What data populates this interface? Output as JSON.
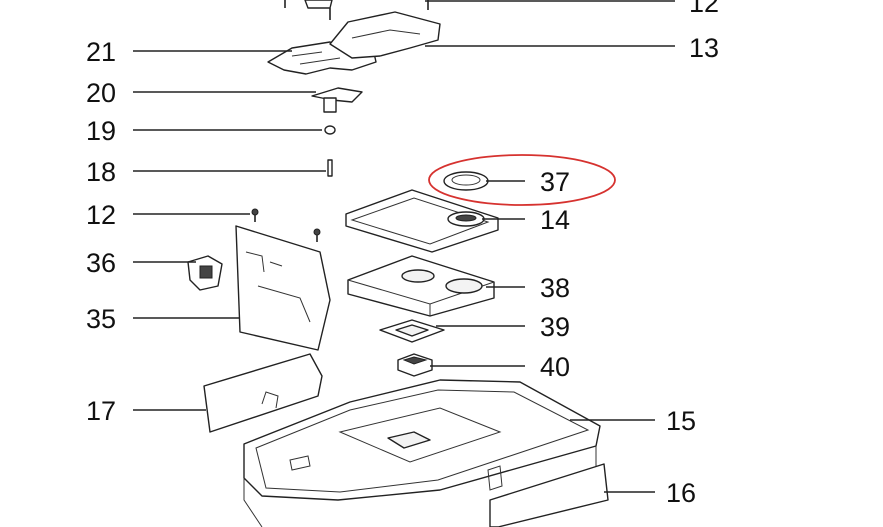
{
  "labels": {
    "p12a": "12",
    "p13": "13",
    "p21": "21",
    "p20": "20",
    "p19": "19",
    "p18": "18",
    "p12b": "12",
    "p36": "36",
    "p35": "35",
    "p17": "17",
    "p37": "37",
    "p14": "14",
    "p38": "38",
    "p39": "39",
    "p40": "40",
    "p15": "15",
    "p16": "16"
  },
  "highlight": {
    "part": "37",
    "color": "#d6322f"
  }
}
